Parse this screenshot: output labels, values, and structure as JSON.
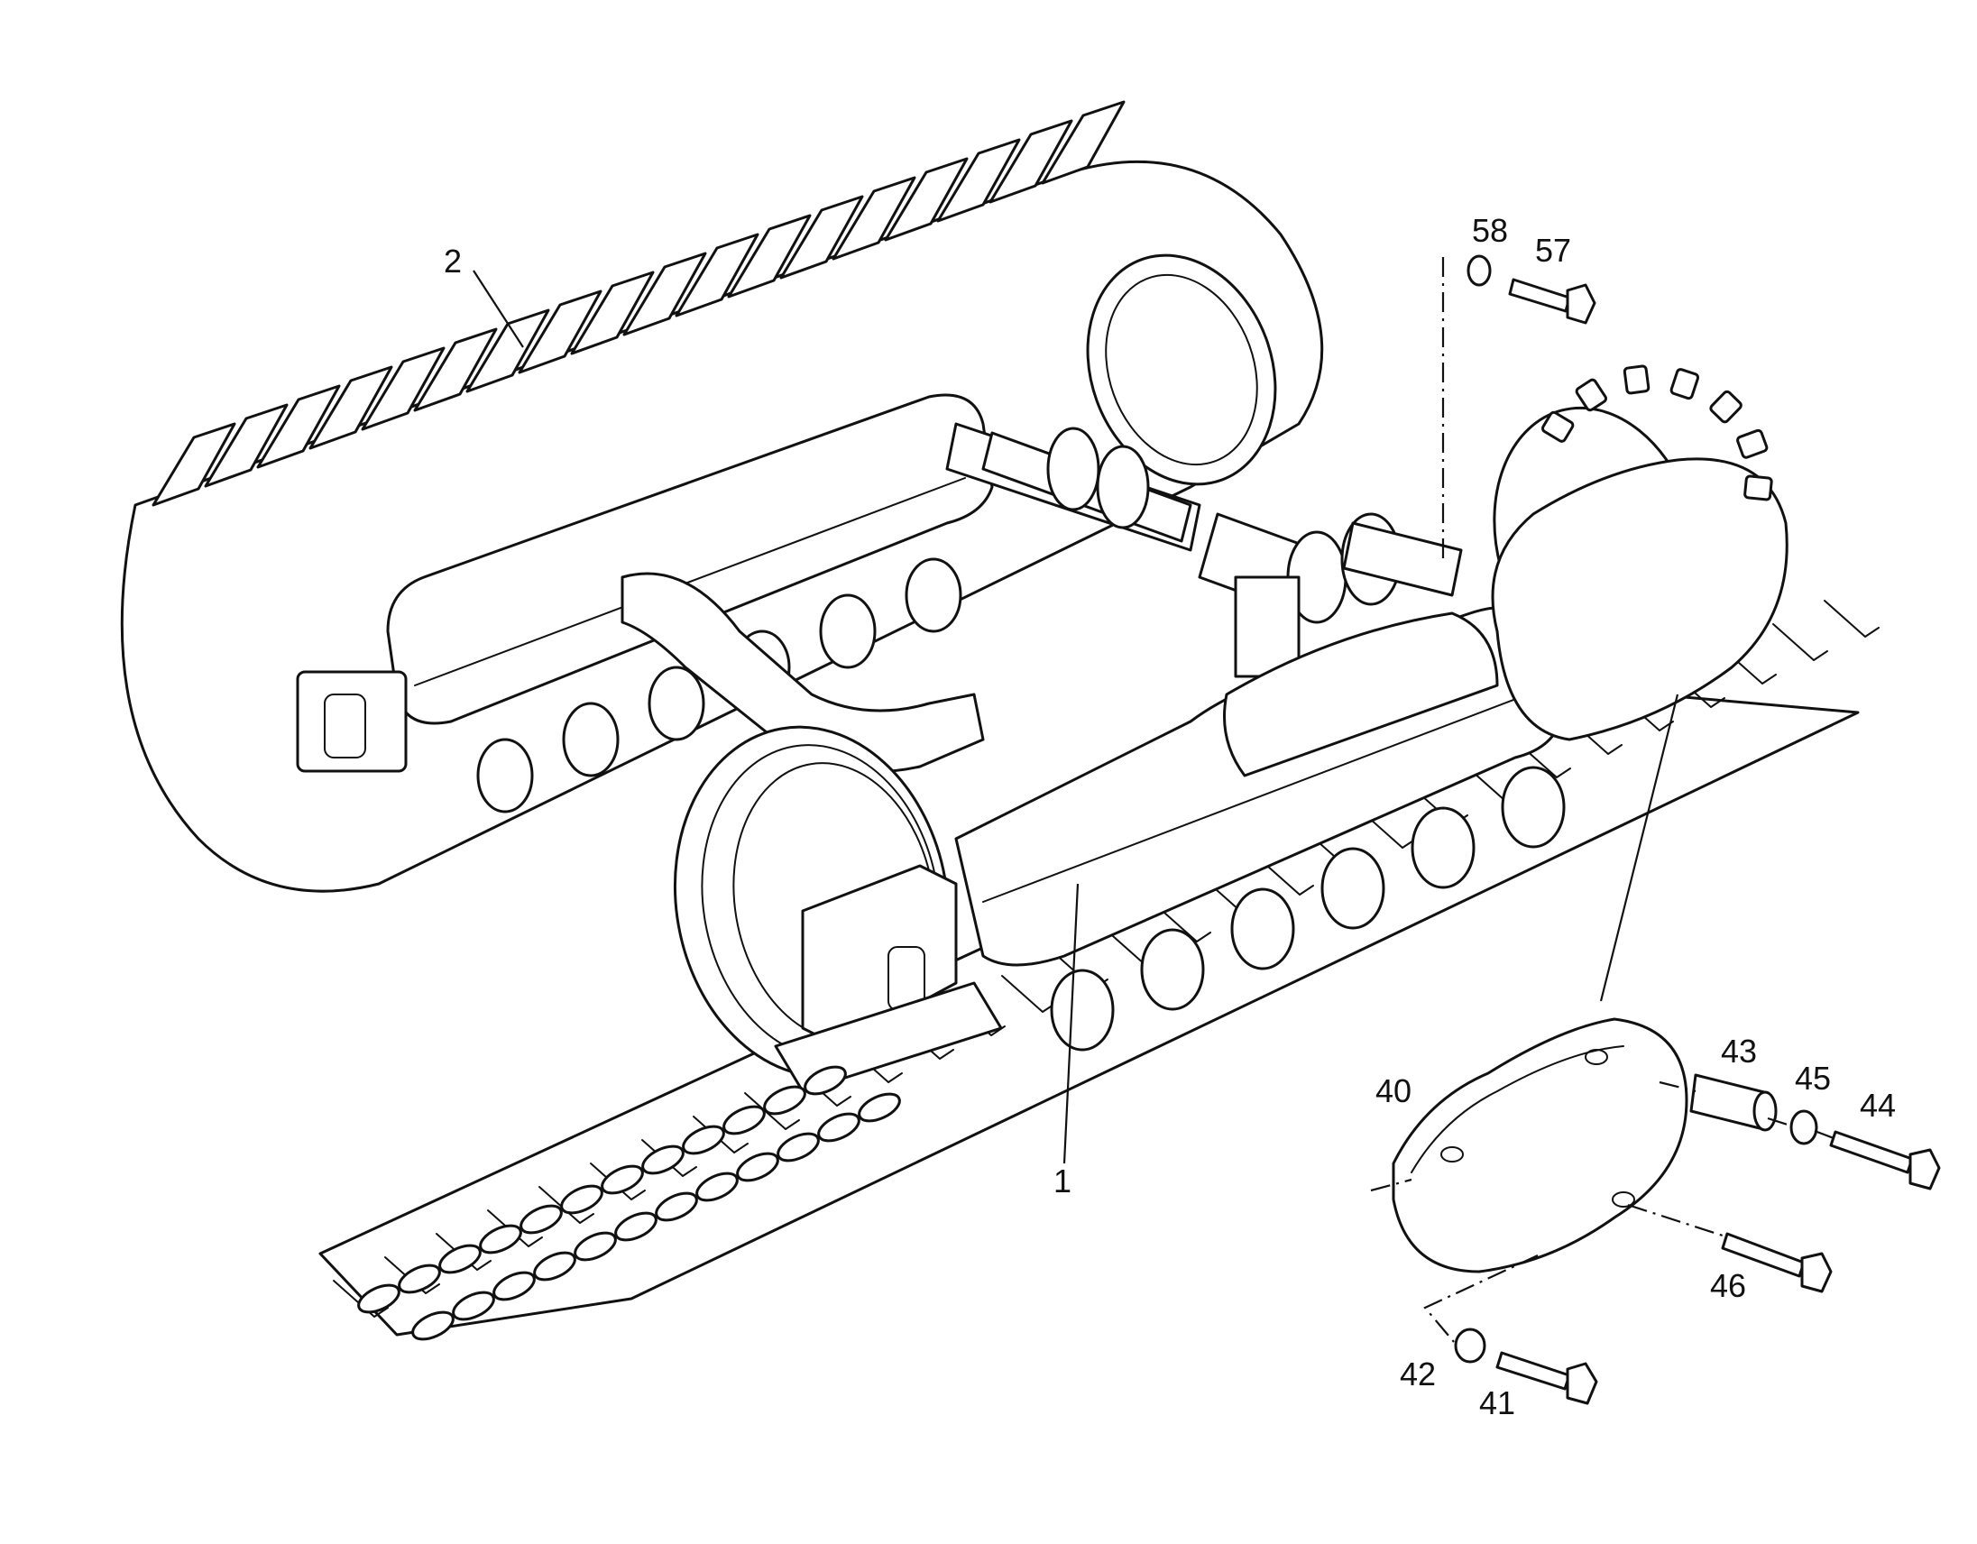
{
  "callouts": {
    "c1": "1",
    "c2": "2",
    "c40": "40",
    "c41": "41",
    "c42": "42",
    "c43": "43",
    "c44": "44",
    "c45": "45",
    "c46": "46",
    "c57": "57",
    "c58": "58"
  }
}
